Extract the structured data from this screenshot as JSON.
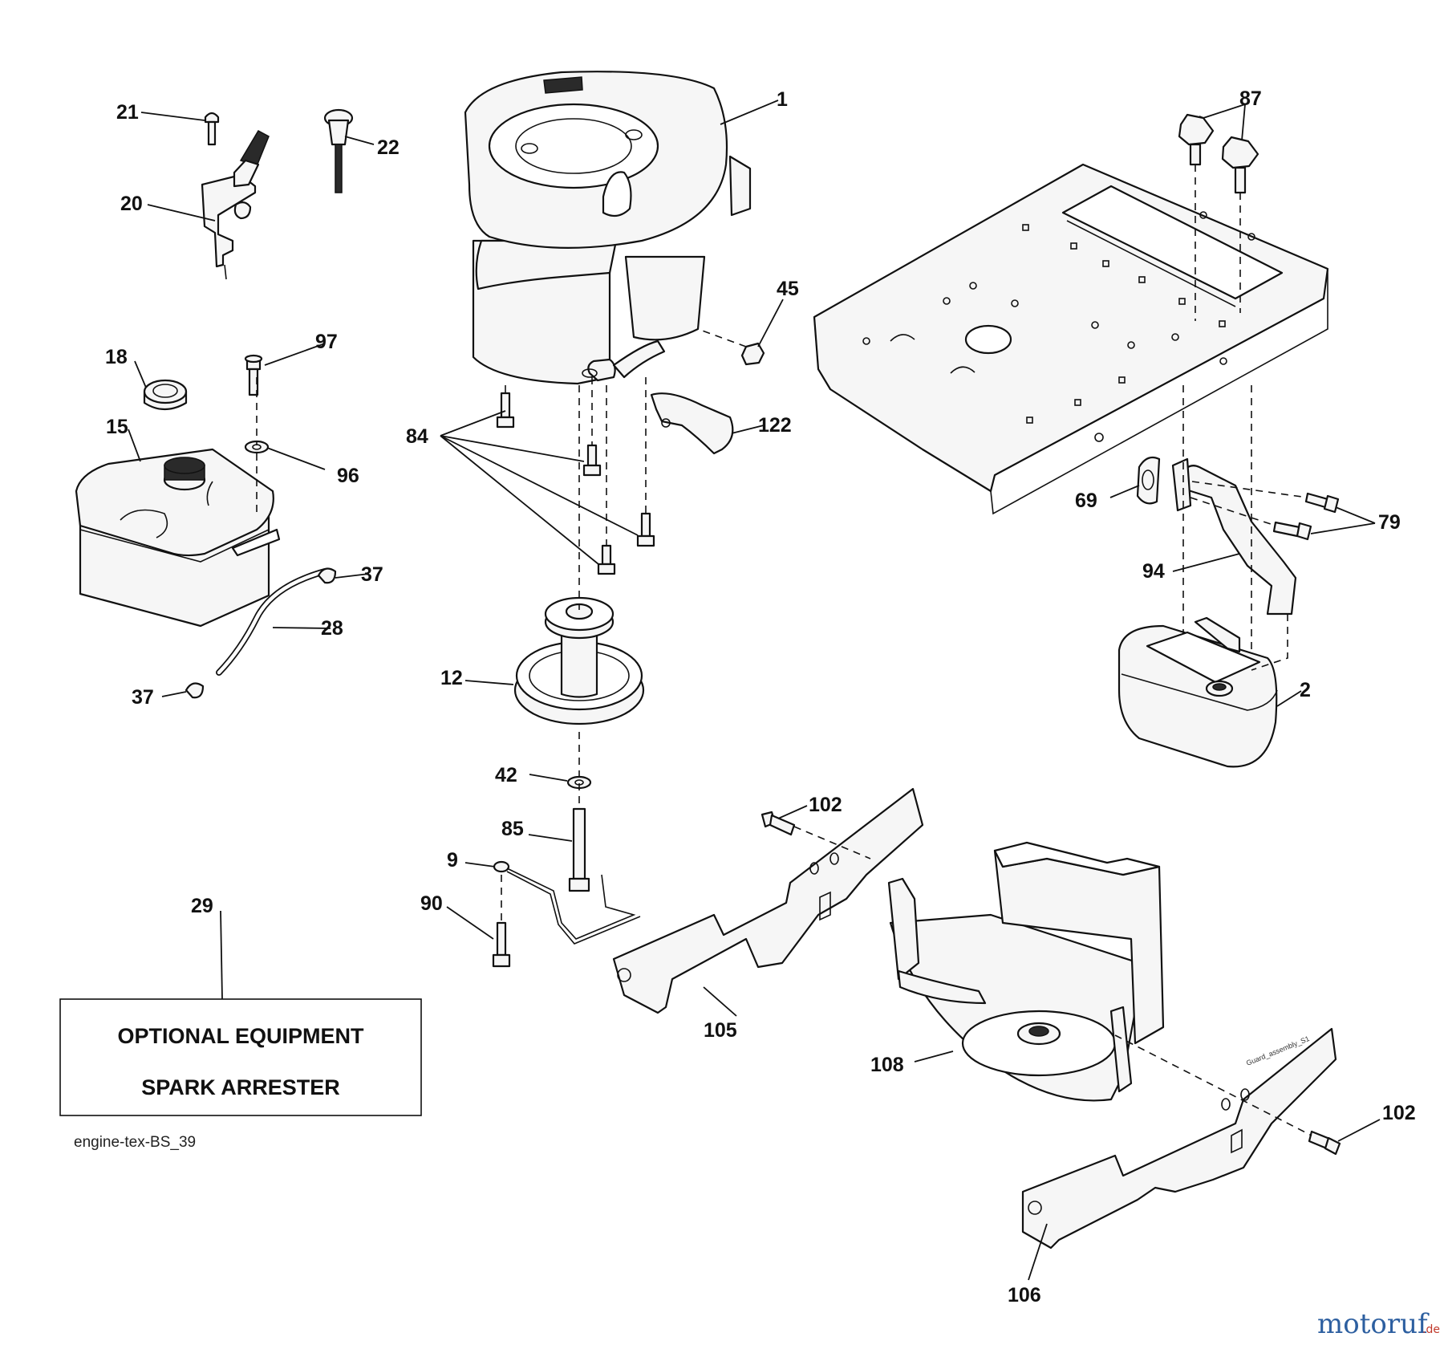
{
  "callouts": {
    "c1": "1",
    "c2": "2",
    "c9": "9",
    "c12": "12",
    "c15": "15",
    "c18": "18",
    "c20": "20",
    "c21": "21",
    "c22": "22",
    "c28": "28",
    "c29": "29",
    "c37a": "37",
    "c37b": "37",
    "c42": "42",
    "c45": "45",
    "c69": "69",
    "c79": "79",
    "c84": "84",
    "c85": "85",
    "c87": "87",
    "c90": "90",
    "c94": "94",
    "c96": "96",
    "c97": "97",
    "c102a": "102",
    "c102b": "102",
    "c105": "105",
    "c106": "106",
    "c108": "108",
    "c122": "122"
  },
  "optional_box": {
    "line1": "OPTIONAL EQUIPMENT",
    "line2": "SPARK ARRESTER"
  },
  "diagram_code": "engine-tex-BS_39",
  "guard_stamp": "Guard_assembly_S1",
  "logo": {
    "main": "motoruf",
    "tld": ".de"
  }
}
